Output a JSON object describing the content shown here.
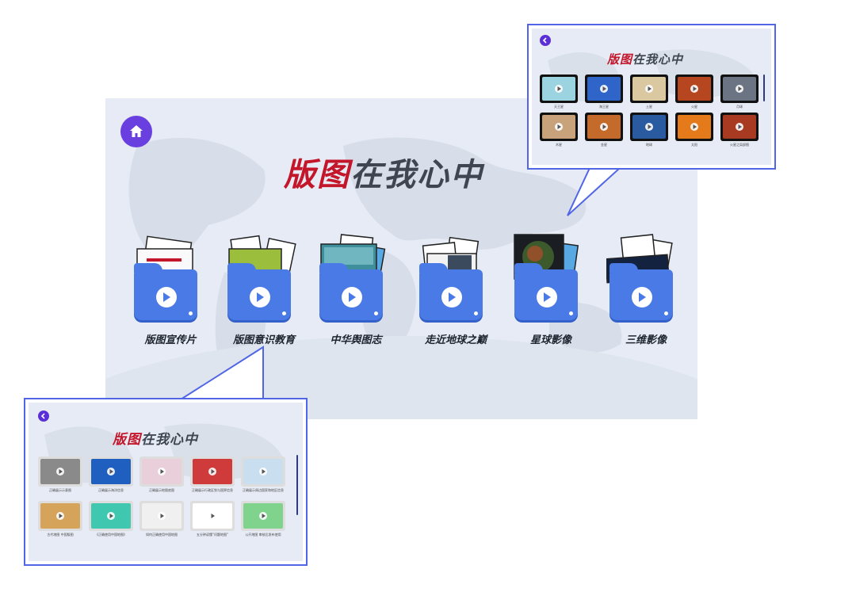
{
  "main": {
    "title_red": "版图",
    "title_gray": "在我心中",
    "folders": [
      {
        "label": "版图宣传片"
      },
      {
        "label": "版图意识教育"
      },
      {
        "label": "中华舆图志"
      },
      {
        "label": "走近地球之巅"
      },
      {
        "label": "星球影像"
      },
      {
        "label": "三维影像"
      }
    ]
  },
  "planet_panel": {
    "title_red": "版图",
    "title_gray": "在我心中",
    "items": [
      {
        "caption": "天王星",
        "color": "#9bd3e0"
      },
      {
        "caption": "海王星",
        "color": "#2f64c9"
      },
      {
        "caption": "土星",
        "color": "#d9c8a0"
      },
      {
        "caption": "火星",
        "color": "#b6461f"
      },
      {
        "caption": "月球",
        "color": "#6b7482"
      },
      {
        "caption": "木星",
        "color": "#c8a27a"
      },
      {
        "caption": "金星",
        "color": "#c46a2a"
      },
      {
        "caption": "地球",
        "color": "#2a5aa0"
      },
      {
        "caption": "太阳",
        "color": "#e47a1a"
      },
      {
        "caption": "火星之局部图",
        "color": "#a83a22"
      }
    ]
  },
  "map_panel": {
    "title_red": "版图",
    "title_gray": "在我心中",
    "items": [
      {
        "caption": "正确展示示意图",
        "color": "#8a8a8a"
      },
      {
        "caption": "正确展示海洋信息",
        "color": "#1e5fbf"
      },
      {
        "caption": "正确展示地图底图",
        "color": "#e9cfd9"
      },
      {
        "caption": "正确展示行政区划与国界信息",
        "color": "#cf3b3b"
      },
      {
        "caption": "正确展示周边国家和地区信息",
        "color": "#c9dff0"
      },
      {
        "caption": "古代地图 中国版图",
        "color": "#d6a35a"
      },
      {
        "caption": "《正确使用中国地图》",
        "color": "#3fc7b0"
      },
      {
        "caption": "如何正确使用中国地图",
        "color": "#f0f0f0"
      },
      {
        "caption": "五分钟读懂“问题地图”",
        "color": "#ffffff"
      },
      {
        "caption": "公开地图 审核后发布使用",
        "color": "#7fd38c"
      }
    ]
  }
}
